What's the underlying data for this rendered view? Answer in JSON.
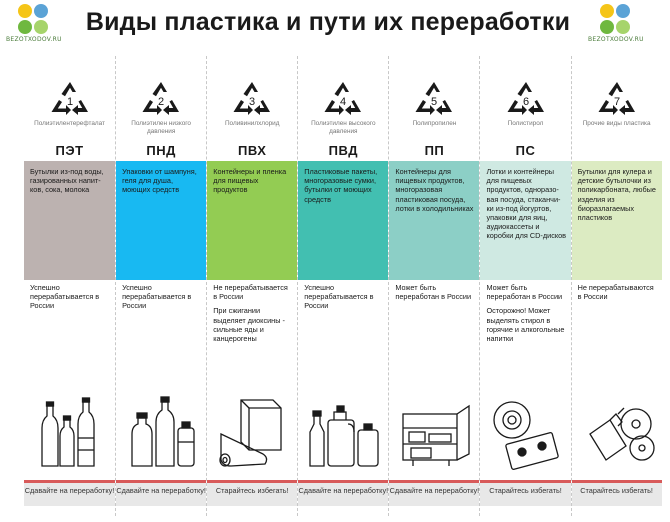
{
  "header": {
    "title": "Виды пластика и пути их переработки",
    "logo_text": "BEZOTXODOV.RU",
    "logo_colors": [
      "#f5c518",
      "#5ba3d6",
      "#6fb83f",
      "#e8e8e8"
    ]
  },
  "colors": {
    "advice_border": "#d85a5a",
    "advice_bg": "#e8e8e8"
  },
  "plastics": [
    {
      "number": "1",
      "full_name": "Полиэтилентерефталат",
      "abbr": "ПЭТ",
      "band_color": "#bcb2b0",
      "examples": "Бутылки из-под воды, газированных напит-ков, сока, молока",
      "status": [
        "Успешно перерабатывается в России"
      ],
      "illustration": "bottles-icon",
      "advice": "Сдавайте на переработку!"
    },
    {
      "number": "2",
      "full_name": "Полиэтилен низкого давления",
      "abbr": "ПНД",
      "band_color": "#18b9f2",
      "examples": "Упаковки от шампуня, геля для душа, моющих средств",
      "status": [
        "Успешно перерабатывается в России"
      ],
      "illustration": "detergent-bottles-icon",
      "advice": "Сдавайте на переработку!"
    },
    {
      "number": "3",
      "full_name": "Поливинилхлорид",
      "abbr": "ПВХ",
      "band_color": "#93cc53",
      "examples": "Контейнеры и пленка для пищевых продуктов",
      "status": [
        "Не перерабатывается в России",
        "При сжигании выделяет диоксины - сильные яды и канцерогены"
      ],
      "illustration": "film-roll-box-icon",
      "advice": "Старайтесь избегать!"
    },
    {
      "number": "4",
      "full_name": "Полиэтилен высокого давления",
      "abbr": "ПВД",
      "band_color": "#42bfb1",
      "examples": "Пластиковые пакеты, многоразовые сумки, бутылки от моющих средств",
      "status": [
        "Успешно перерабатывается в России"
      ],
      "illustration": "canisters-icon",
      "advice": "Сдавайте на переработку!"
    },
    {
      "number": "5",
      "full_name": "Полипропилен",
      "abbr": "ПП",
      "band_color": "#8ccfc6",
      "examples": "Контейнеры для пищевых продуктов, многоразовая пластиковая посуда, лотки в холодильниках",
      "status": [
        "Может быть переработан в России"
      ],
      "illustration": "fridge-containers-icon",
      "advice": "Сдавайте на переработку!"
    },
    {
      "number": "6",
      "full_name": "Полистирол",
      "abbr": "ПС",
      "band_color": "#cfe9e2",
      "examples": "Лотки и контейнеры для пищевых продуктов, одноразо-вая посуда, стаканчи-ки из-под йогуртов, упаковки для яиц, аудиокассеты и коробки для CD-дисков",
      "status": [
        "Может быть переработан в России",
        "Осторожно! Может выделять стирол в горячие и алкогольные напитки"
      ],
      "illustration": "cassette-cd-icon",
      "advice": "Старайтесь избегать!"
    },
    {
      "number": "7",
      "full_name": "Прочие виды пластика",
      "abbr": "",
      "band_color": "#dcebc2",
      "examples": "Бутылки для кулера и детские бутылочки из поликарбоната, любые изделия из биоразлагаемых пластиков",
      "status": [
        "Не перерабатываются в России"
      ],
      "illustration": "spray-cd-icon",
      "advice": "Старайтесь избегать!"
    }
  ]
}
